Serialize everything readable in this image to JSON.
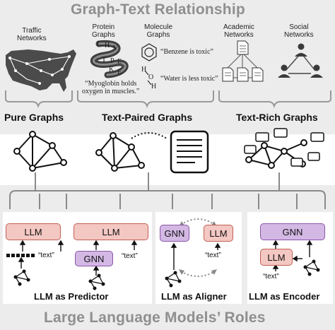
{
  "title_top": "Graph-Text Relationship",
  "title_bottom": "Large Language Models’ Roles",
  "categories": {
    "traffic": "Traffic\nNetworks",
    "protein": "Protein\nGraphs",
    "molecule": "Molecule\nGraphs",
    "academic": "Academic\nNetworks",
    "social": "Social\nNetworks"
  },
  "quotes": {
    "benzene": "“Benzene is toxic”",
    "water": "“Water is less toxic”",
    "myoglobin": "“Myoglobin holds\noxygen in muscles.”"
  },
  "protein_letters": [
    "L",
    "H",
    "V",
    "T",
    "P",
    "E",
    "K",
    "E"
  ],
  "molecule_atoms": {
    "o": "O",
    "h1": "H",
    "h2": "H"
  },
  "sections": {
    "pure": "Pure Graphs",
    "paired": "Text-Paired Graphs",
    "rich": "Text-Rich Graphs"
  },
  "models": {
    "llm": "LLM",
    "gnn": "GNN",
    "text": "“text”"
  },
  "roles": {
    "predictor": "LLM as Predictor",
    "aligner": "LLM as Aligner",
    "encoder": "LLM as Encoder"
  },
  "colors": {
    "llm_fill": "#f3c7c2",
    "llm_border": "#c15f55",
    "gnn_fill": "#d3b8e4",
    "gnn_border": "#8a56a8",
    "panel": "#ececec"
  }
}
